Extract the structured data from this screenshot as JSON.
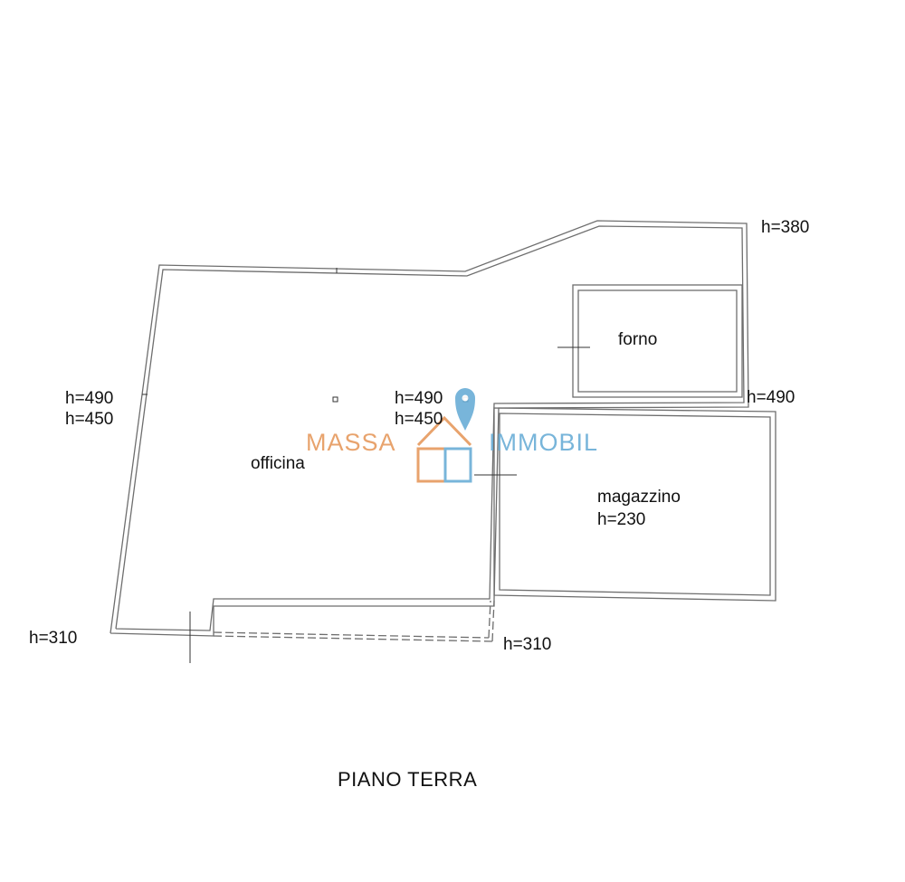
{
  "plan": {
    "title": "PIANO TERRA",
    "rooms": {
      "officina": "officina",
      "forno": "forno",
      "magazzino": "magazzino",
      "magazzino_height": "h=230"
    },
    "heights": {
      "left_top": "h=490",
      "left_bottom": "h=450",
      "center_top": "h=490",
      "center_bottom": "h=450",
      "top_right": "h=380",
      "right_mid": "h=490",
      "bottom_left": "h=310",
      "bottom_right": "h=310"
    }
  },
  "watermark": {
    "left_text": "MASSA",
    "right_text": "IMMOBIL",
    "colors": {
      "orange": "#e69a5e",
      "blue": "#6aaed6"
    },
    "icon": "house-pin-logo"
  }
}
